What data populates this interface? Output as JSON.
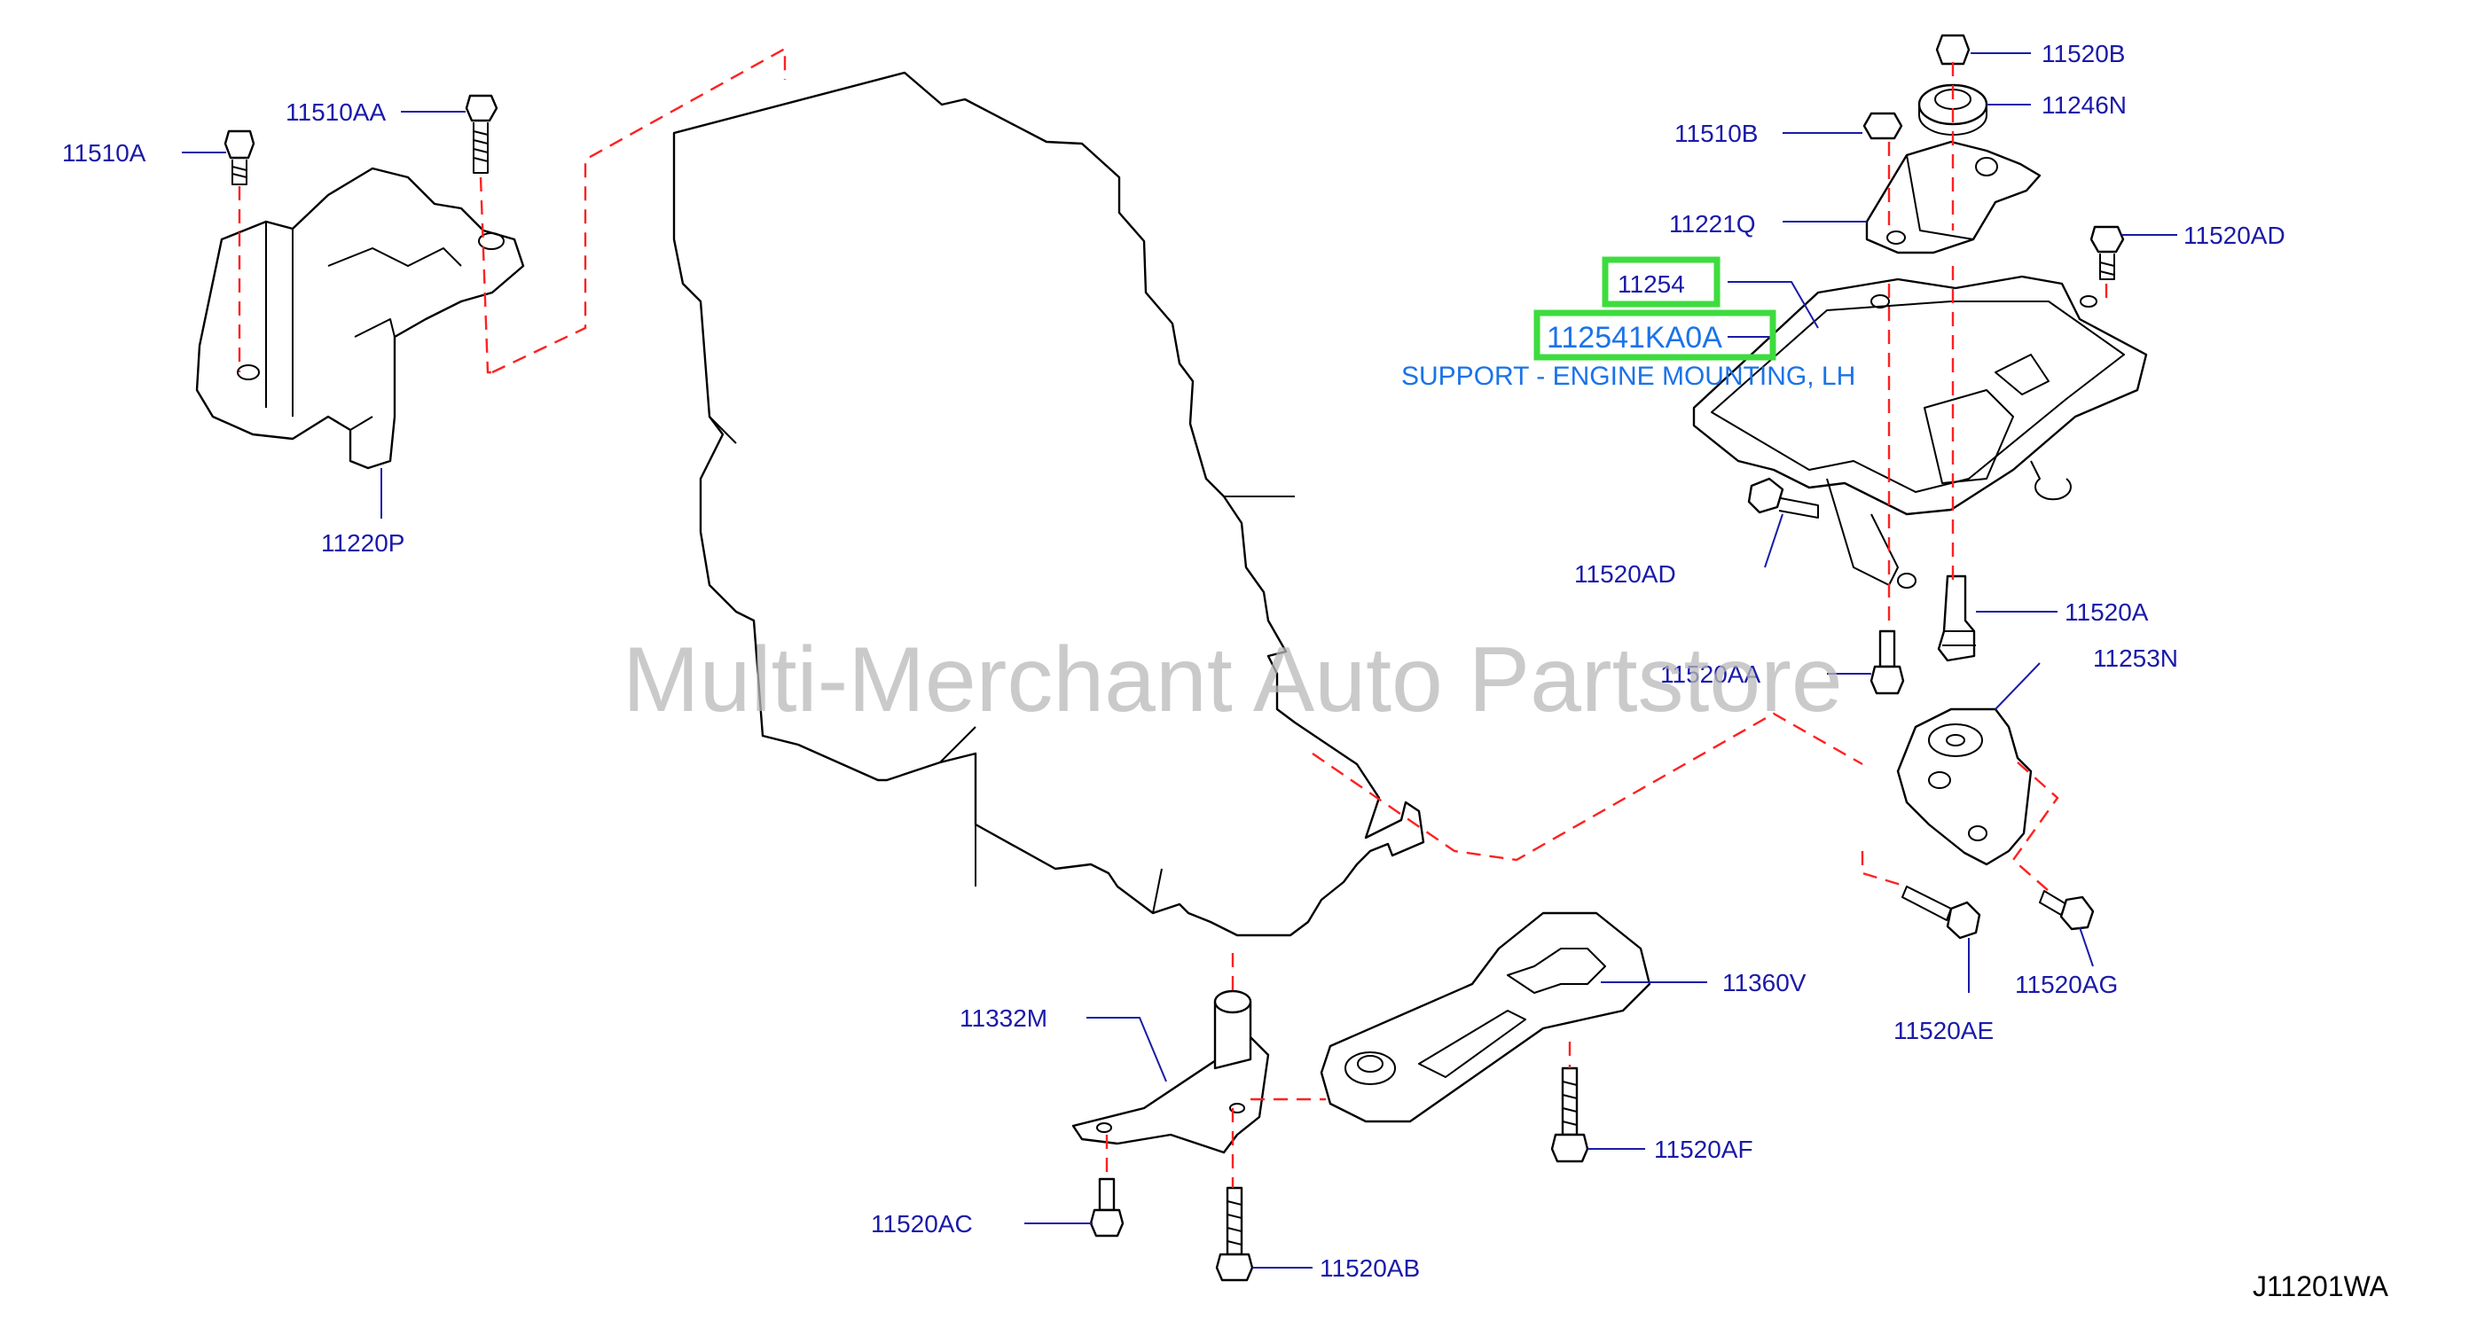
{
  "diagram": {
    "watermark": "Multi-Merchant Auto Partstore",
    "figure_code": "J11201WA",
    "highlight_color": "#3ddc3d",
    "label_color": "#1a1aa8",
    "callout_color": "#1a73e8",
    "leader_color": "#ff2020",
    "callout": {
      "part_group": "11254",
      "part_number": "112541KA0A",
      "description": "SUPPORT - ENGINE MOUNTING, LH"
    },
    "labels": {
      "l_11510A": "11510A",
      "l_11510AA": "11510AA",
      "l_11220P": "11220P",
      "l_11520B": "11520B",
      "l_11246N": "11246N",
      "l_11510B": "11510B",
      "l_11221Q": "11221Q",
      "l_11520AD_top": "11520AD",
      "l_11520AD_mid": "11520AD",
      "l_11520A": "11520A",
      "l_11520AA": "11520AA",
      "l_11253N": "11253N",
      "l_11520AE": "11520AE",
      "l_11520AG": "11520AG",
      "l_11360V": "11360V",
      "l_11332M": "11332M",
      "l_11520AF": "11520AF",
      "l_11520AC": "11520AC",
      "l_11520AB": "11520AB"
    }
  }
}
